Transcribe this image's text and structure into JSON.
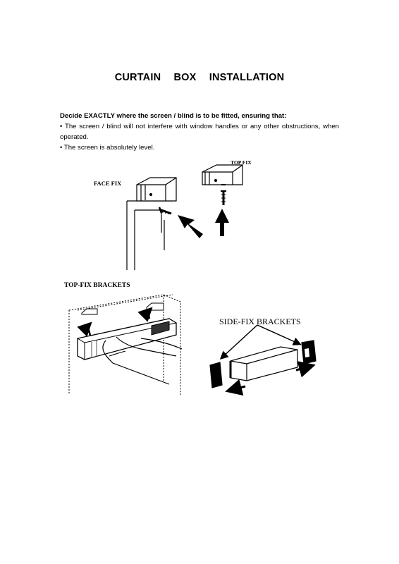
{
  "document": {
    "title": "CURTAIN BOX INSTALLATION",
    "lead": "Decide EXACTLY where the screen / blind is to be fitted, ensuring that:",
    "bullets": [
      "• The screen / blind will not interfere with window handles or any other obstructions, when operated.",
      "• The screen is absolutely level."
    ]
  },
  "figures": {
    "face_fix_label": "FACE FIX",
    "top_fix_label": "TOP FIX",
    "top_fix_brackets_label": "TOP-FIX BRACKETS",
    "side_fix_brackets_label": "SIDE-FIX BRACKETS"
  }
}
